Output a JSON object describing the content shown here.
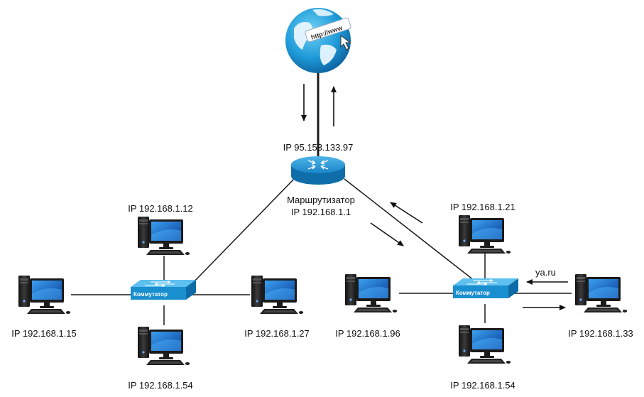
{
  "globe": {
    "icon": "globe-icon",
    "url_text": "http://www"
  },
  "router": {
    "wan_ip": "IP 95.153.133.97",
    "name": "Маршрутизатор",
    "lan_ip": "IP 192.168.1.1"
  },
  "switches": {
    "left_label": "Коммутатор",
    "right_label": "Коммутатор"
  },
  "computers": {
    "left_top": "IP 192.168.1.12",
    "left_left": "IP 192.168.1.15",
    "left_right": "IP 192.168.1.27",
    "left_bottom": "IP 192.168.1.54",
    "right_top": "IP 192.168.1.21",
    "right_left": "IP 192.168.1.96",
    "right_right": "IP 192.168.1.33",
    "right_bottom": "IP 192.168.1.54"
  },
  "annotations": {
    "request_label": "ya.ru"
  },
  "colors": {
    "link": "#1a1a1a",
    "device_blue": "#1c8fd0",
    "screen_blue": "#1e6fcf",
    "tower": "#2a2a2a"
  }
}
